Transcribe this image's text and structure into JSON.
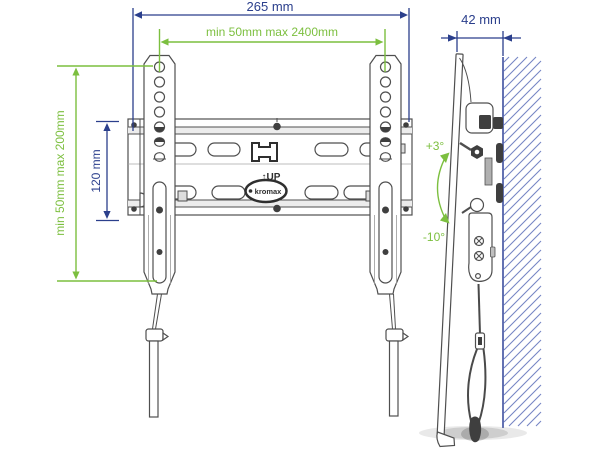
{
  "front_view": {
    "width_dim": "265 mm",
    "rail_span_dim": "min 50mm max 2400mm",
    "height_dim": "min 50mm max 200mm",
    "hole_pitch_dim": "120 mm",
    "up_label": "↑UP",
    "brand": "kromax"
  },
  "side_view": {
    "depth_dim": "42 mm",
    "tilt_up": "+3°",
    "tilt_down": "-10°"
  },
  "colors": {
    "dimension_blue": "#2b3f8c",
    "dimension_green": "#7cbf3f",
    "hatch_blue": "#7585c4",
    "line_gray": "#4f4f4f"
  }
}
